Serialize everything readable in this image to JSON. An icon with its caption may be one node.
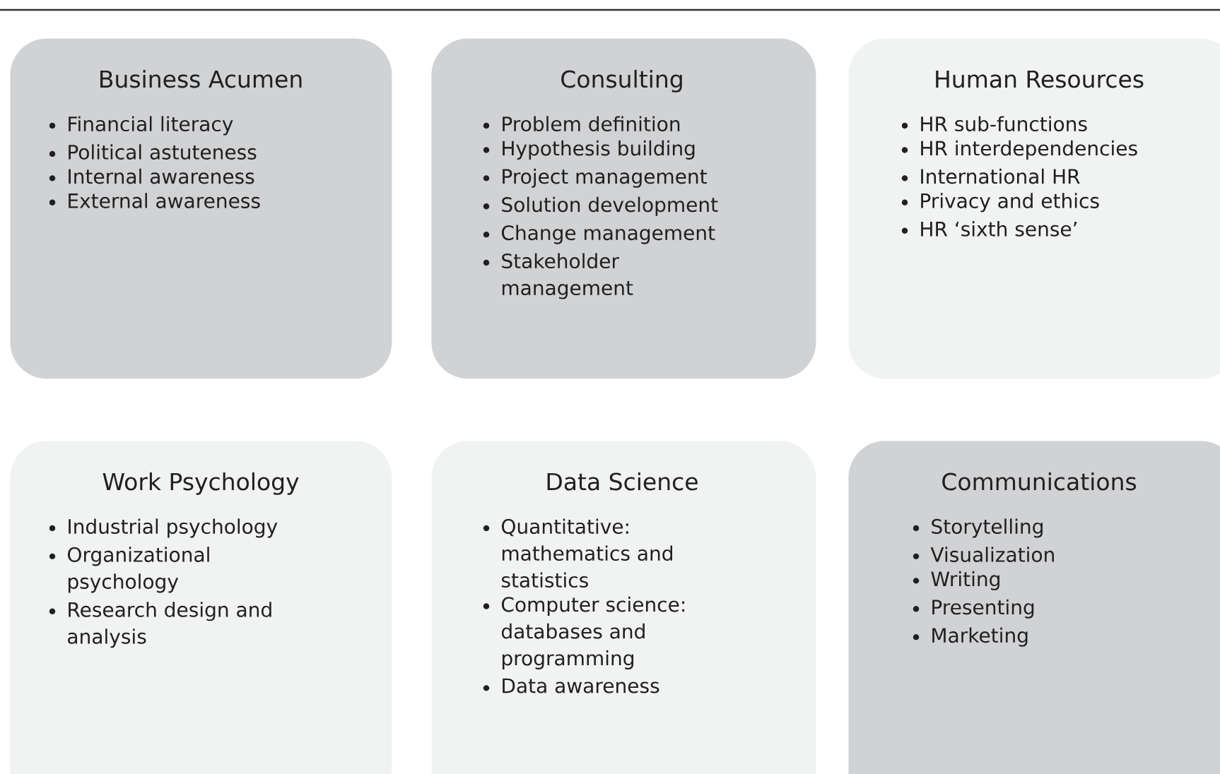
{
  "diagram": {
    "nodes": [
      {
        "text": [
          "Business Acumen",
          "Financial literacy",
          "Political astuteness",
          "Internal awareness",
          "External awareness"
        ]
      },
      {
        "text": [
          "Consulting",
          "Problem definition",
          "Hypothesis building",
          "Project management",
          "Solution development",
          "Change management",
          "Stakeholder management"
        ]
      },
      {
        "text": [
          "Human Resources",
          "HR sub-functions",
          "HR interdependencies",
          "International HR",
          "Privacy and ethics",
          "HR ‘sixth sense’"
        ]
      },
      {
        "text": [
          "Work Psychology",
          "Industrial psychology",
          "Organizational psychology",
          "Research design and analysis"
        ]
      },
      {
        "text": [
          "Data Science",
          "Quantitative: mathematics and statistics",
          "Computer science: databases and programming",
          "Data awareness"
        ]
      },
      {
        "text": [
          "Communications",
          "Storytelling",
          "Visualization",
          "Writing",
          "Presenting",
          "Marketing"
        ]
      }
    ]
  }
}
